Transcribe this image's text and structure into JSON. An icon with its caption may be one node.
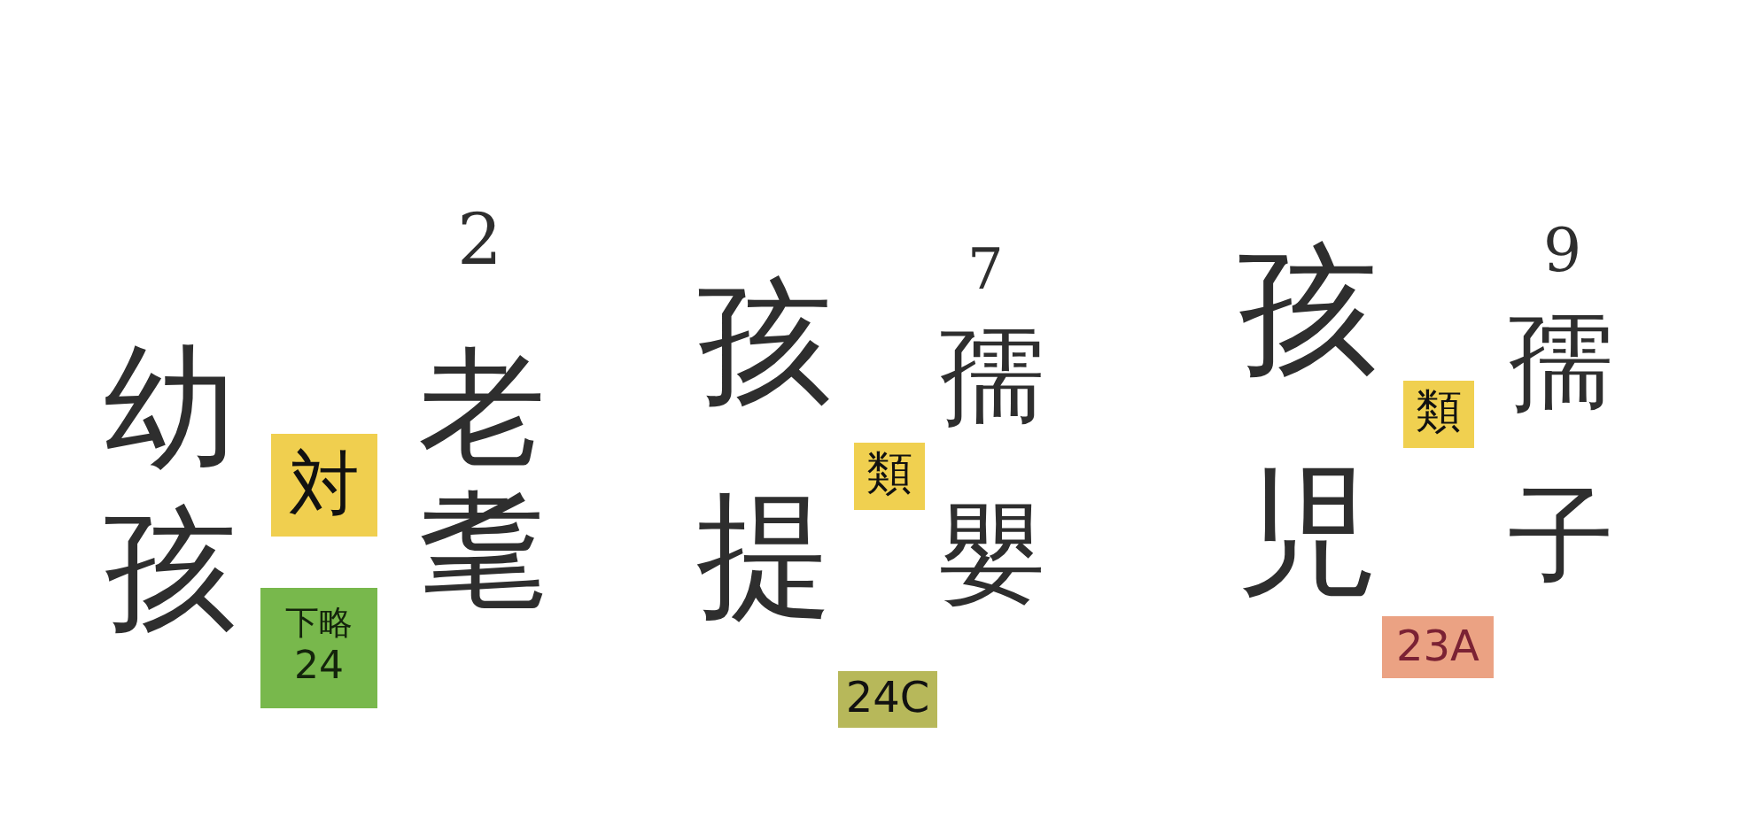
{
  "diagram": {
    "nodes": [
      {
        "text": [
          "対"
        ]
      },
      {
        "text": [
          "下略",
          "24"
        ]
      },
      {
        "text": [
          "類"
        ]
      },
      {
        "text": [
          "24C"
        ]
      },
      {
        "text": [
          "類"
        ]
      },
      {
        "text": [
          "23A"
        ]
      }
    ],
    "labels": [
      "幼孩",
      "2",
      "老耄",
      "孩提",
      "7",
      "孺嬰",
      "孩児",
      "9",
      "孺子"
    ]
  }
}
